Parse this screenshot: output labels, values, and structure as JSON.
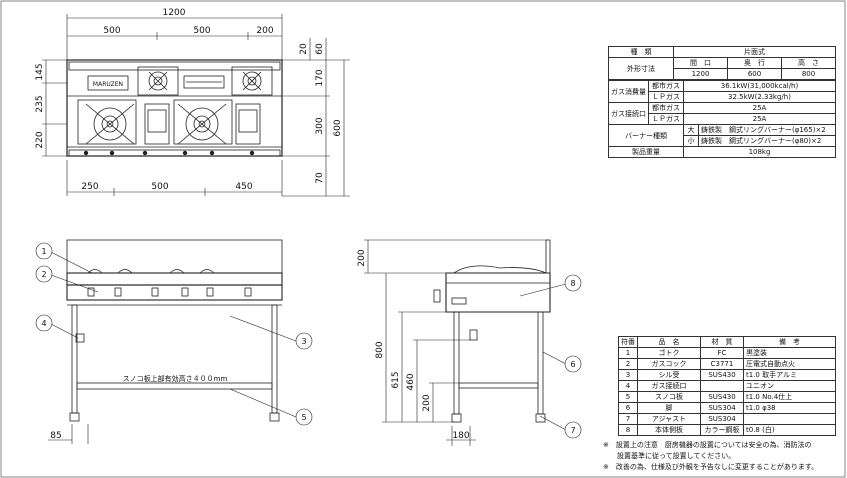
{
  "brand": "MARUZEN",
  "dimensions": {
    "top_width": "1200",
    "top_segments": [
      "500",
      "500",
      "200"
    ],
    "left_depths": [
      "145",
      "235",
      "220"
    ],
    "right_small": [
      "20",
      "60"
    ],
    "right_depths": [
      "170",
      "300",
      "70"
    ],
    "right_total": "600",
    "bottom_segments": [
      "250",
      "500",
      "450"
    ],
    "side_heights": [
      "200",
      "800",
      "615",
      "460",
      "200"
    ],
    "front_leg_offset": "85",
    "side_leg_offset": "180"
  },
  "shelf_note": "スノコ板上部有効高さ４００mm",
  "callouts": [
    "1",
    "2",
    "3",
    "4",
    "5",
    "6",
    "7",
    "8"
  ],
  "spec": {
    "header": [
      "種　類",
      "片面式"
    ],
    "size_label": "外形寸法",
    "size_heads": [
      "間　口",
      "奥　行",
      "高　さ"
    ],
    "size_vals": [
      "1200",
      "600",
      "800"
    ],
    "gas_cons": "ガス消費量",
    "toshi": "都市ガス",
    "lp": "ＬＰガス",
    "cons_toshi": "36.1kW(31,000kcal/h)",
    "cons_lp": "32.5kW(2.33kg/h)",
    "gas_conn": "ガス接続口",
    "conn_toshi": "25A",
    "conn_lp": "25A",
    "burner_label": "バーナー種類",
    "burner_big_size": "大",
    "burner_small_size": "小",
    "burner_big": "鋳鉄製　鋼式リングバーナー(φ165)×2",
    "burner_small": "鋳鉄製　鋼式リングバーナー(φ80)×2",
    "weight_label": "製品重量",
    "weight": "108kg"
  },
  "parts": {
    "heads": [
      "符番",
      "品　名",
      "材　質",
      "備　考"
    ],
    "rows": [
      [
        "1",
        "ゴトク",
        "FC",
        "黒塗装"
      ],
      [
        "2",
        "ガスコック",
        "C3771",
        "圧電式自動点火"
      ],
      [
        "3",
        "シル受",
        "SUS430",
        "t1.0 取手アルミ"
      ],
      [
        "4",
        "ガス接続口",
        "",
        "ユニオン"
      ],
      [
        "5",
        "スノコ板",
        "SUS430",
        "t1.0 No.4仕上"
      ],
      [
        "6",
        "脚",
        "SUS304",
        "t1.0 φ38"
      ],
      [
        "7",
        "アジャスト",
        "SUS304",
        ""
      ],
      [
        "8",
        "本体側板",
        "カラー鋼板",
        "t0.8 (白)"
      ]
    ]
  },
  "notes": [
    "※　設置上の注意　厨房機器の設置については安全の為、消防法の",
    "　　設置基準に従って設置してください。",
    "※　改善の為、仕様及び外観を予告なしに変更することがあります。"
  ]
}
